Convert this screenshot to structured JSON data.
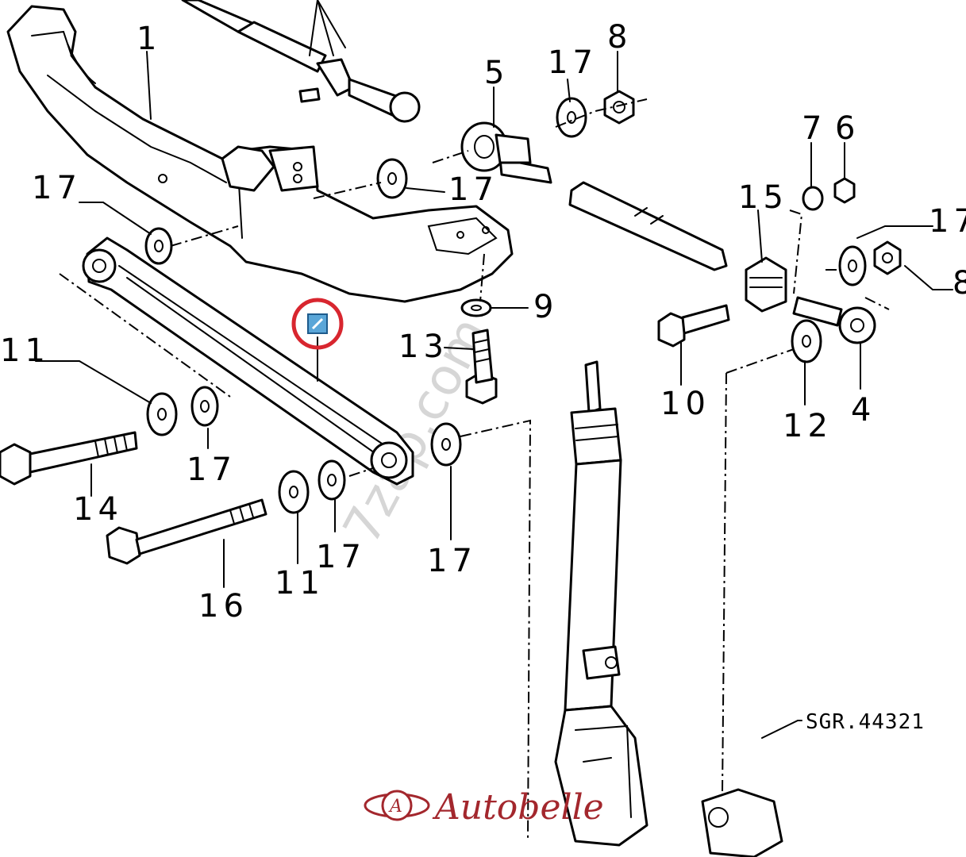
{
  "callouts": {
    "c1": "1",
    "c4": "4",
    "c5": "5",
    "c6": "6",
    "c7": "7",
    "c8a": "8",
    "c8b": "8",
    "c9": "9",
    "c10": "10",
    "c11a": "11",
    "c11b": "11",
    "c12": "12",
    "c13": "13",
    "c14": "14",
    "c15": "15",
    "c16": "16",
    "c17_top": "17",
    "c17_left": "17",
    "c17_mid": "17",
    "c17_right": "17",
    "c17_lower_left": "17",
    "c17_bottom_mid": "17",
    "c17_bottom_right": "17"
  },
  "drawing_code": "SGR.44321",
  "watermark": "7zap.com",
  "brand": {
    "name": "Autobelle",
    "color": "#a3272d"
  },
  "highlight": {
    "icon": "highlight-marker-icon",
    "ring_color": "#d8262f",
    "box_color": "#5aa6d8"
  }
}
